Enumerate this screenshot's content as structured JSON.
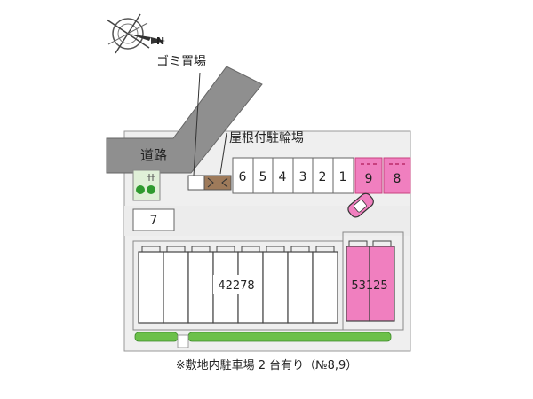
{
  "labels": {
    "garbage": "ゴミ置場",
    "road": "道路",
    "bike": "屋根付駐輪場",
    "compass_letter": "N"
  },
  "parking": {
    "covered_numbers": [
      "6",
      "5",
      "4",
      "3",
      "2",
      "1"
    ],
    "pink_numbers": [
      "9",
      "8"
    ],
    "extra": "7"
  },
  "buildings": {
    "left_id": "42278",
    "right_id": "53125"
  },
  "footnote": "※敷地内駐車場 2 台有り（№8,9）",
  "colors": {
    "road": "#8f8f8f",
    "pink": "#f07fbf",
    "pink_dark": "#c8407f",
    "lot": "#ececec",
    "hedge": "#6cc04a",
    "building": "#ffffff"
  }
}
